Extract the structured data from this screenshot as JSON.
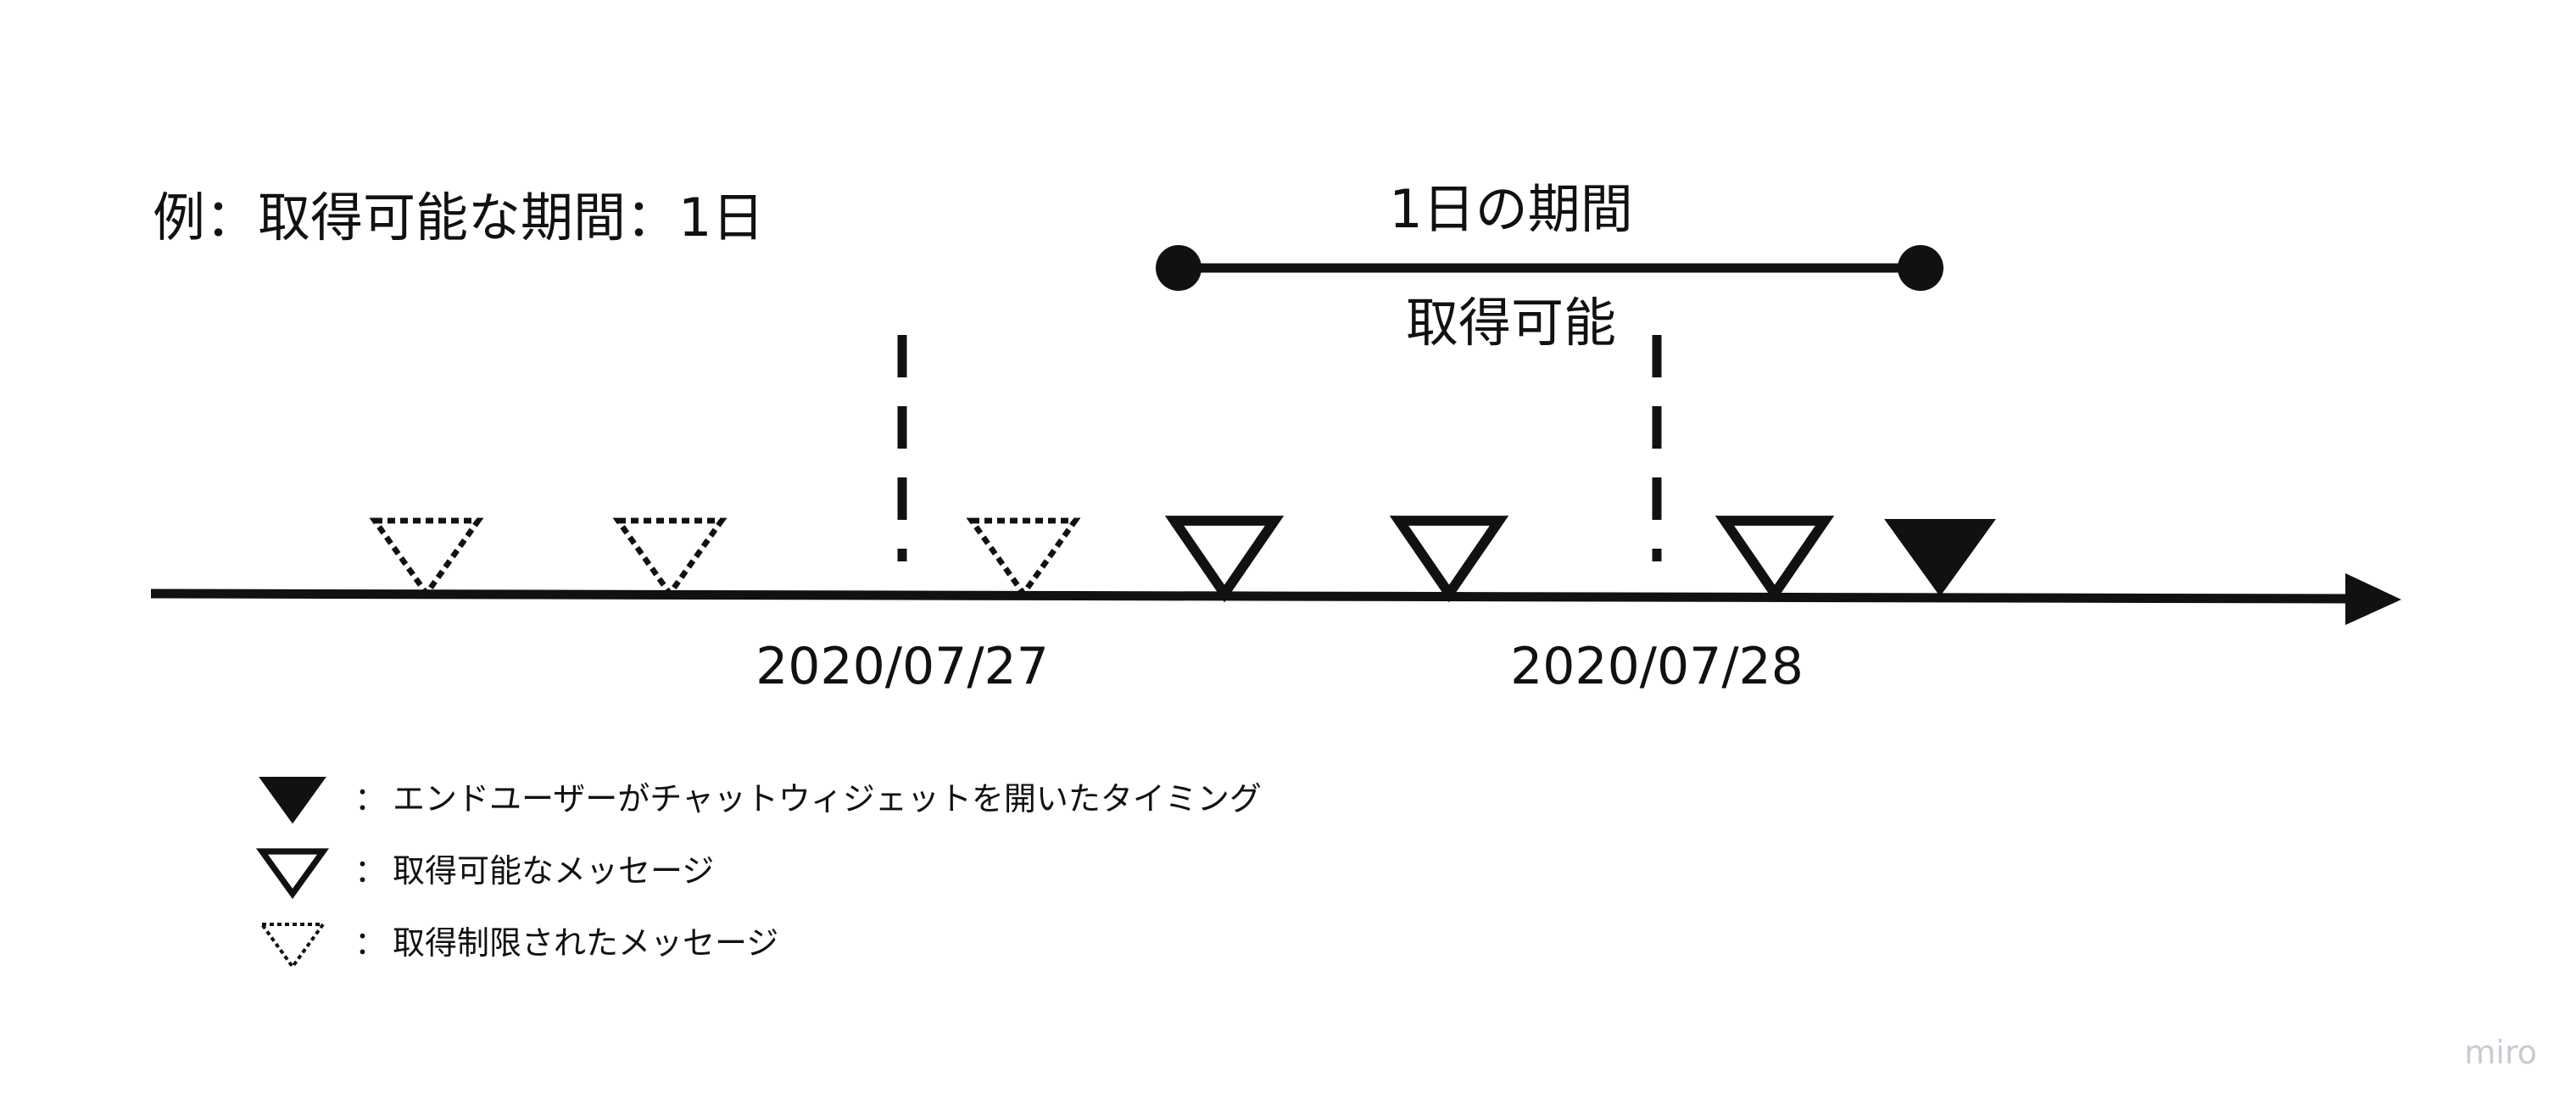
{
  "title": "例：取得可能な期間：1日",
  "period": {
    "label": "1日の期間",
    "caption": "取得可能"
  },
  "dates": [
    "2020/07/27",
    "2020/07/28"
  ],
  "markers": [
    {
      "kind": "restricted"
    },
    {
      "kind": "restricted"
    },
    {
      "kind": "restricted"
    },
    {
      "kind": "available"
    },
    {
      "kind": "available"
    },
    {
      "kind": "available"
    },
    {
      "kind": "opened"
    }
  ],
  "legend": [
    {
      "kind": "opened",
      "separator": "：",
      "label": "エンドユーザーがチャットウィジェットを開いたタイミング"
    },
    {
      "kind": "available",
      "separator": "：",
      "label": "取得可能なメッセージ"
    },
    {
      "kind": "restricted",
      "separator": "：",
      "label": "取得制限されたメッセージ"
    }
  ],
  "watermark": "miro",
  "colors": {
    "ink": "#111111",
    "watermark": "#c7ccd3",
    "background": "#ffffff"
  }
}
